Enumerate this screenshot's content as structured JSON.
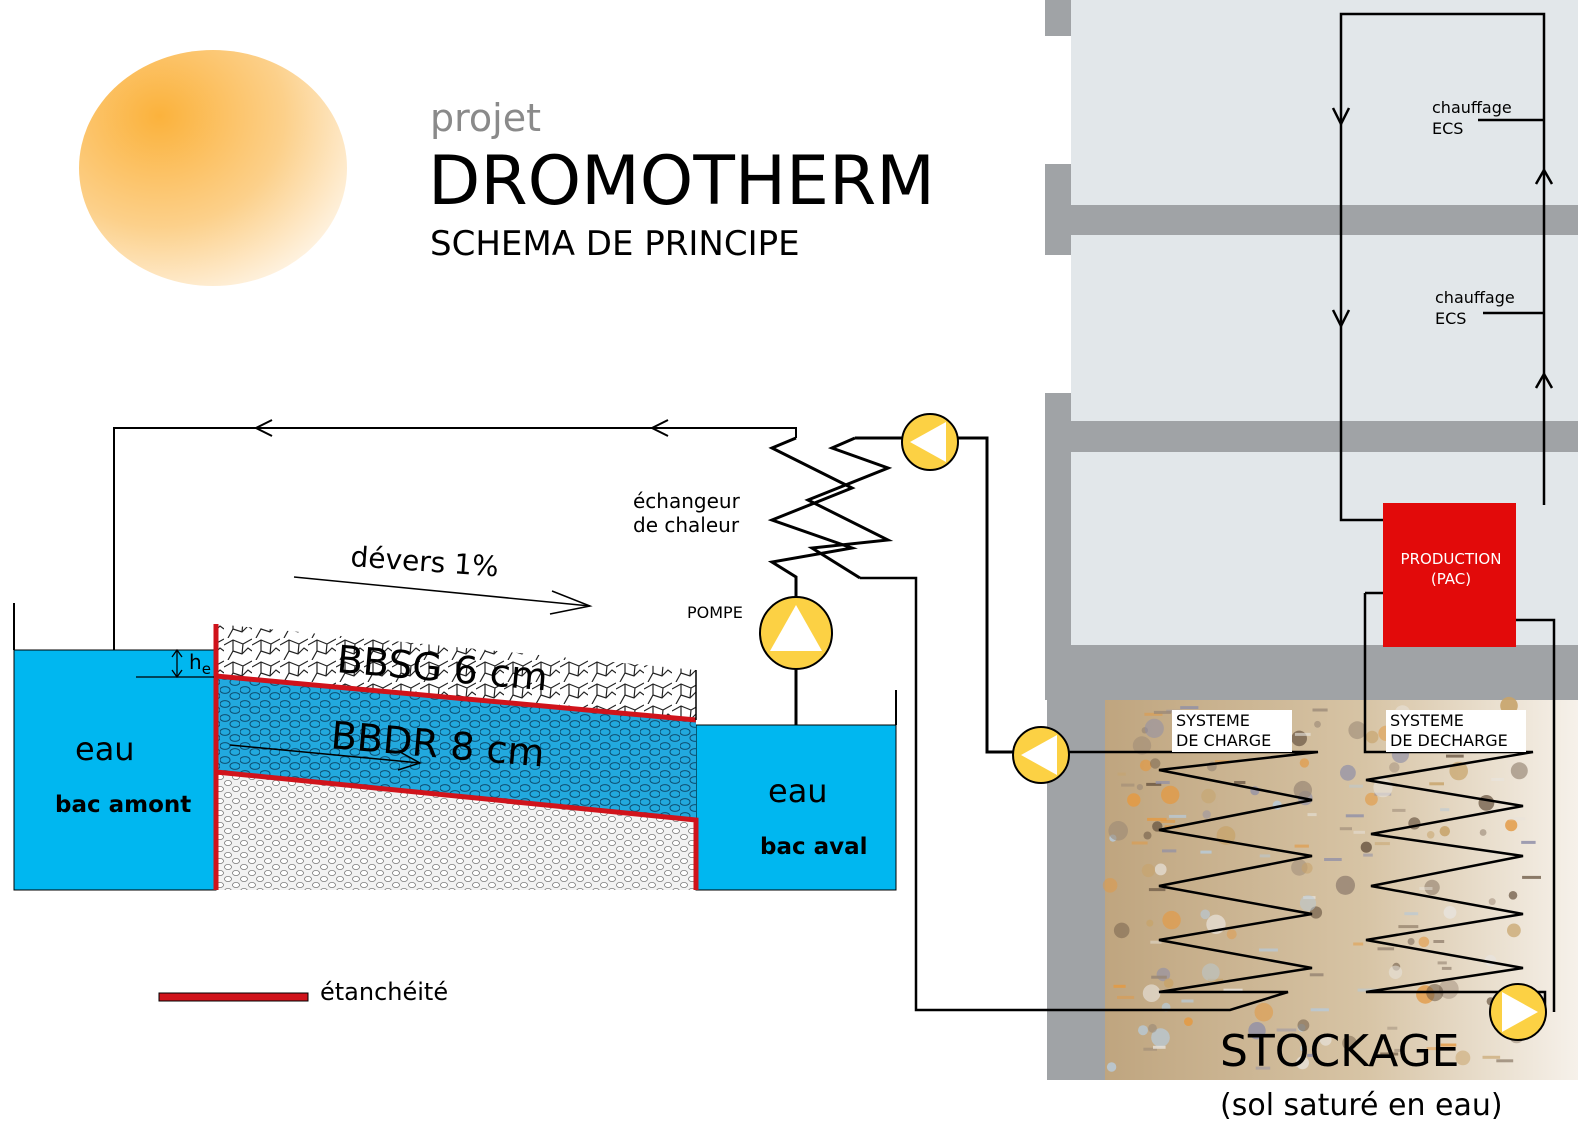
{
  "title": {
    "line1": "projet",
    "line2": "DROMOTHERM",
    "line3": "SCHEMA DE PRINCIPE"
  },
  "labels": {
    "exchanger_line1": "échangeur",
    "exchanger_line2": "de chaleur",
    "pump": "POMPE",
    "slope": "dévers 1%",
    "bbsg": "BBSG 6 cm",
    "bbdr": "BBDR 8 cm",
    "he_h": "h",
    "he_e": "e",
    "water_upstream": "eau",
    "basin_upstream": "bac amont",
    "water_downstream": "eau",
    "basin_downstream": "bac aval",
    "sealing": "étanchéité",
    "upper_floor_line1": "chauffage",
    "upper_floor_line2": "ECS",
    "lower_floor_line1": "chauffage",
    "lower_floor_line2": "ECS",
    "production_line1": "PRODUCTION",
    "production_line2": "(PAC)",
    "charge_line1": "SYSTEME",
    "charge_line2": "DE CHARGE",
    "discharge_line1": "SYSTEME",
    "discharge_line2": "DE DECHARGE",
    "storage": "STOCKAGE",
    "storage_detail": "(sol saturé en eau)"
  },
  "colors": {
    "water": "#00b7f0",
    "sealing": "#d0131b",
    "pump_fill": "#fcd144",
    "production": "#e20a0a",
    "building_wall": "#a0a3a6",
    "building_room": "#e2e7ea",
    "sun": "#fbb23c"
  },
  "icons": {
    "pump": "pump-icon",
    "sun": "sun-icon",
    "flow_arrow": "flow-arrow-icon"
  }
}
